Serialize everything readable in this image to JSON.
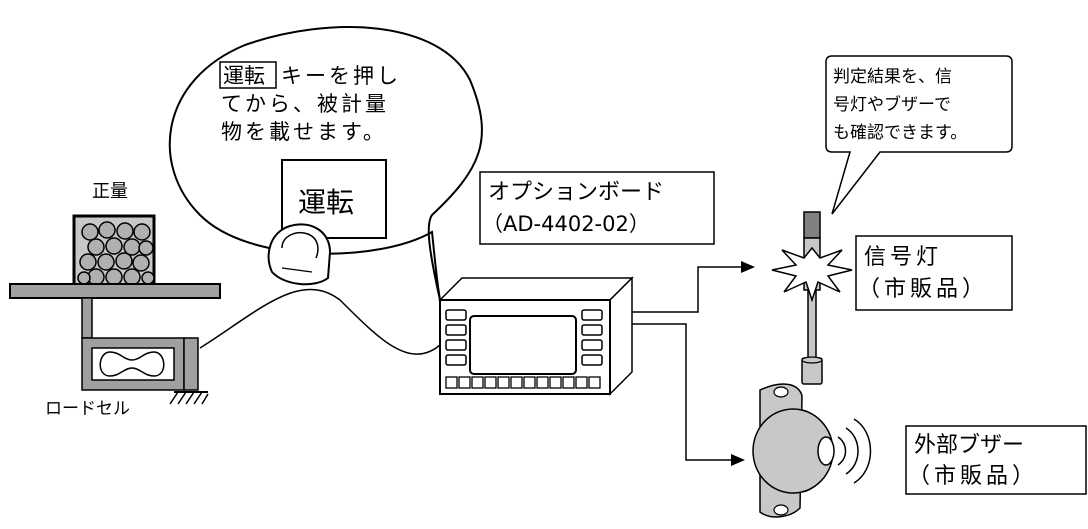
{
  "speech_bubble": {
    "key_label": "運転",
    "line1_rest": "キーを押し",
    "line2": "てから、被計量",
    "line3": "物を載せます。",
    "button_label": "運転"
  },
  "scale": {
    "weight_label": "正量",
    "loadcell_label": "ロードセル"
  },
  "option_board": {
    "title": "オプションボード",
    "model": "（AD-4402-02）"
  },
  "callout": {
    "line1": "判定結果を、信",
    "line2": "号灯やブザーで",
    "line3": "も確認できます。"
  },
  "signal_light": {
    "name": "信号灯",
    "note": "（市販品）"
  },
  "buzzer": {
    "name": "外部ブザー",
    "note": "（市販品）"
  },
  "colors": {
    "line": "#000000",
    "gray_light": "#c8c8c8",
    "gray_mid": "#a0a0a0",
    "gray_dark": "#606060",
    "background": "#ffffff"
  }
}
